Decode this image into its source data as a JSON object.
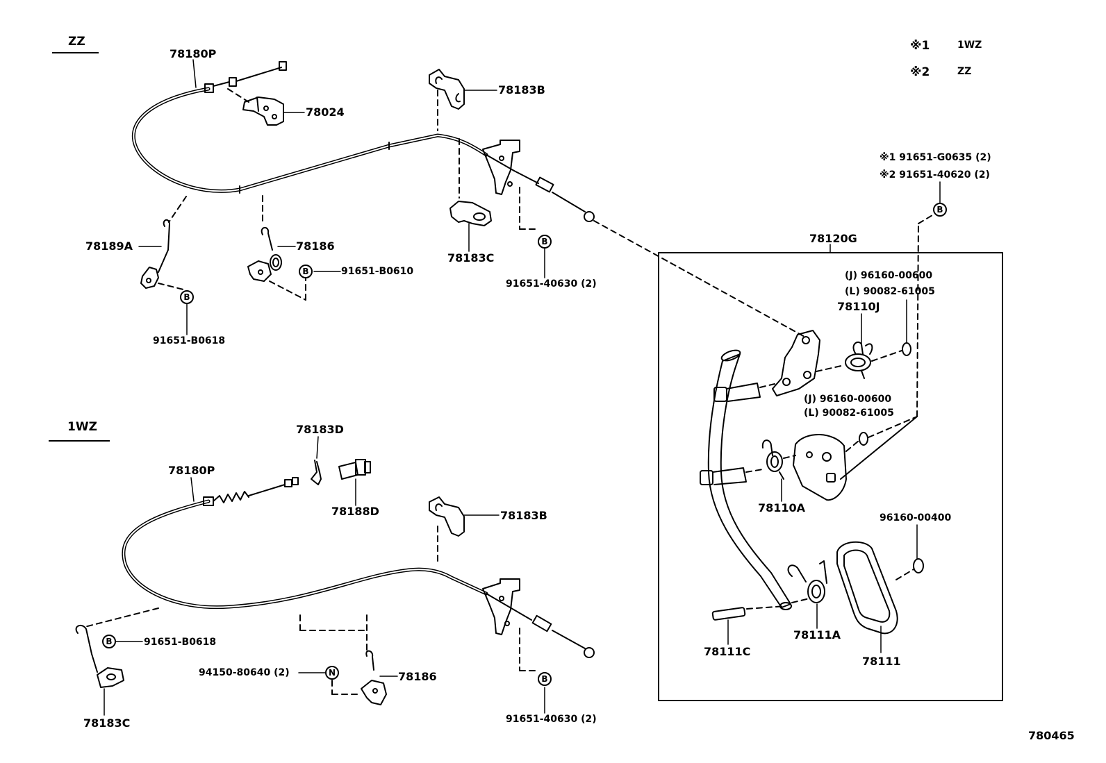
{
  "sections": {
    "zz": "ZZ",
    "wz": "1WZ"
  },
  "legend": [
    {
      "mark": "※1",
      "text": "1WZ"
    },
    {
      "mark": "※2",
      "text": "ZZ"
    }
  ],
  "circle_marks": {
    "b": "B",
    "n": "N"
  },
  "parts_zz": {
    "cable": "78180P",
    "bracket_78024": "78024",
    "clamp_b": "78183B",
    "clamp_c": "78183C",
    "clip_a": "78189A",
    "clip_186": "78186",
    "bolt_b0610": "91651-B0610",
    "bolt_b0618": "91651-B0618",
    "bolt_40630": "91651-40630 (2)"
  },
  "parts_1wz": {
    "cable": "78180P",
    "clip_d": "78183D",
    "grommet_d": "78188D",
    "clamp_b": "78183B",
    "clip_186": "78186",
    "bolt_b0618": "91651-B0618",
    "nut_80640": "94150-80640 (2)",
    "clamp_c": "78183C",
    "bolt_40630": "91651-40630 (2)"
  },
  "pedal": {
    "assy": "78120G",
    "bolt_1": "※1 91651-G0635 (2)",
    "bolt_2": "※2 91651-40620 (2)",
    "j_upper": "(J) 96160-00600",
    "l_upper": "(L) 90082-61005",
    "spring_j": "78110J",
    "j_lower": "(J) 96160-00600",
    "l_lower": "(L) 90082-61005",
    "spring_a": "78110A",
    "ring_400": "96160-00400",
    "pin_c": "78111C",
    "spring_111a": "78111A",
    "pad": "78111"
  },
  "figure_number": "780465"
}
